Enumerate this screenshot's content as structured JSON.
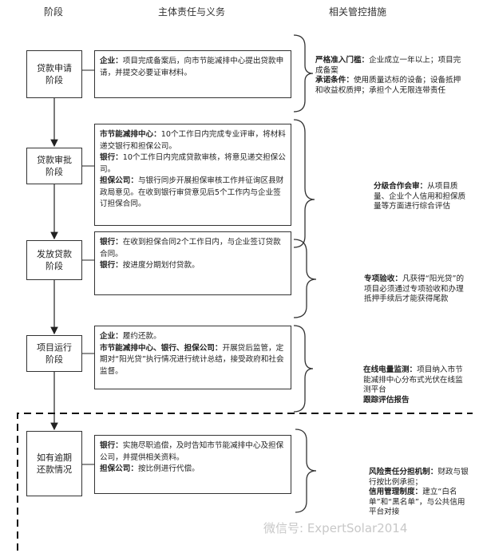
{
  "headers": {
    "stage": "阶段",
    "responsibility": "主体责任与义务",
    "controls": "相关管控措施"
  },
  "stages": [
    {
      "name_lines": [
        "贷款申请",
        "阶段"
      ],
      "resp": [
        {
          "bold": "企业：",
          "text": "项目完成备案后，向市节能减排中心提出贷款申请，并提交必要证审材料。"
        }
      ],
      "controls": [
        {
          "bold": "严格准入门槛：",
          "text": "企业成立一年以上；项目完成备案"
        },
        {
          "bold": "承诺条件：",
          "text": "使用质量达标的设备；设备抵押和收益权质押；承担个人无限连带责任"
        }
      ]
    },
    {
      "name_lines": [
        "贷款审批",
        "阶段"
      ],
      "resp": [
        {
          "bold": "市节能减排中心：",
          "text": "10个工作日内完成专业评审，将材料递交银行和担保公司。"
        },
        {
          "bold": "银行：",
          "text": "10个工作日内完成贷款审核，将意见递交担保公司。"
        },
        {
          "bold": "担保公司：",
          "text": "与银行同步开展担保审核工作并征询区县财政局意见。在收到银行审贷意见后5个工作内与企业签订担保合同。"
        }
      ],
      "controls": [
        {
          "bold": "分级合作会审：",
          "text": "从项目质量、企业个人信用和担保质量等方面进行综合评估"
        }
      ]
    },
    {
      "name_lines": [
        "发放贷款",
        "阶段"
      ],
      "resp": [
        {
          "bold": "银行：",
          "text": "在收到担保合同2个工作日内，与企业签订贷款合同。"
        },
        {
          "bold": "银行：",
          "text": "按进度分期划付贷款。"
        }
      ],
      "controls": [
        {
          "bold": "专项验收：",
          "text": "凡获得“阳光贷”的项目必须通过专项验收和办理抵押手续后才能获得尾款"
        }
      ]
    },
    {
      "name_lines": [
        "项目运行",
        "阶段"
      ],
      "resp": [
        {
          "bold": "企业：",
          "text": "履约还款。"
        },
        {
          "bold": "市节能减排中心、银行、担保公司：",
          "text": "开展贷后监管，定期对“阳光贷”执行情况进行统计总结，接受政府和社会监督。"
        }
      ],
      "controls": [
        {
          "bold": "在线电量监测：",
          "text": "项目纳入市节能减排中心分布式光伏在线监测平台"
        },
        {
          "bold": "跟踪评估报告",
          "text": ""
        }
      ]
    },
    {
      "name_lines": [
        "如有逾期",
        "还款情况"
      ],
      "resp": [
        {
          "bold": "银行：",
          "text": "实施尽职追偿，及时告知市节能减排中心及担保公司，并提供相关资料。"
        },
        {
          "bold": "担保公司：",
          "text": "按比例进行代偿。"
        }
      ],
      "controls": [
        {
          "bold": "风险责任分担机制：",
          "text": "财政与银行按比例承担；"
        },
        {
          "bold": "信用管理制度：",
          "text": "建立“白名单”和“黑名单”，与公共信用平台对接"
        }
      ]
    }
  ],
  "watermark": "微信号: ExpertSolar2014"
}
